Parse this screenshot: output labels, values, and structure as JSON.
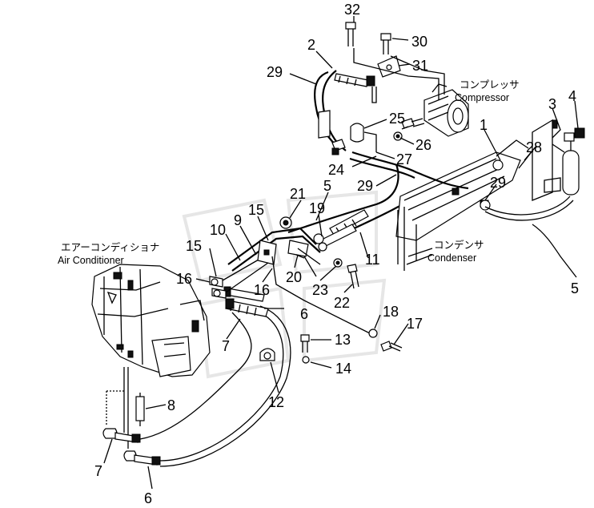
{
  "callouts": {
    "c1": "1",
    "c2": "2",
    "c3": "3",
    "c4": "4",
    "c5a": "5",
    "c5b": "5",
    "c6a": "6",
    "c6b": "6",
    "c7a": "7",
    "c7b": "7",
    "c8": "8",
    "c9": "9",
    "c10": "10",
    "c11": "11",
    "c12": "12",
    "c13": "13",
    "c14": "14",
    "c15a": "15",
    "c15b": "15",
    "c16a": "16",
    "c16b": "16",
    "c17": "17",
    "c18": "18",
    "c19": "19",
    "c20": "20",
    "c21": "21",
    "c22": "22",
    "c23": "23",
    "c24": "24",
    "c25": "25",
    "c26": "26",
    "c27": "27",
    "c28": "28",
    "c29a": "29",
    "c29b": "29",
    "c29c": "29",
    "c30": "30",
    "c31": "31",
    "c32": "32"
  },
  "labels": {
    "compressor_jp": "コンプレッサ",
    "compressor_en": "Compressor",
    "condenser_jp": "コンデンサ",
    "condenser_en": "Condenser",
    "aircon_jp": "エアーコンディショナ",
    "aircon_en": "Air Conditioner"
  }
}
